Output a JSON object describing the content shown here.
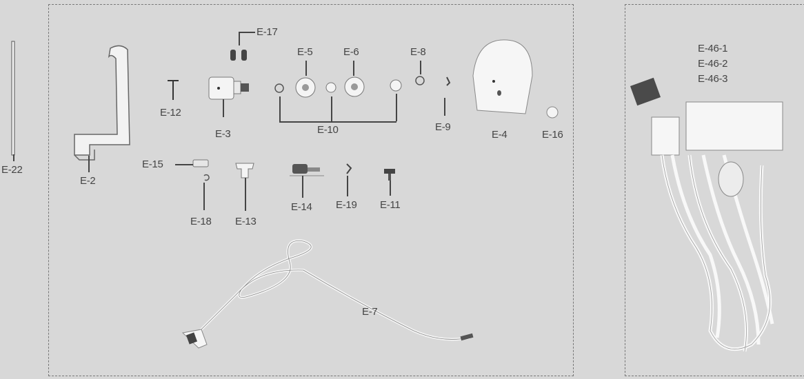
{
  "labels": {
    "e22": "E-22",
    "e2": "E-2",
    "e12": "E-12",
    "e3": "E-3",
    "e17": "E-17",
    "e5": "E-5",
    "e6": "E-6",
    "e10": "E-10",
    "e8": "E-8",
    "e9": "E-9",
    "e4": "E-4",
    "e16": "E-16",
    "e15": "E-15",
    "e18": "E-18",
    "e13": "E-13",
    "e14": "E-14",
    "e19": "E-19",
    "e11": "E-11",
    "e7": "E-7",
    "e46_1": "E-46-1",
    "e46_2": "E-46-2",
    "e46_3": "E-46-3"
  },
  "colors": {
    "background": "#d8d8d8",
    "frame": "#777777",
    "text": "#444444",
    "part_light": "#f4f4f4",
    "part_dark": "#3a3a3a"
  }
}
